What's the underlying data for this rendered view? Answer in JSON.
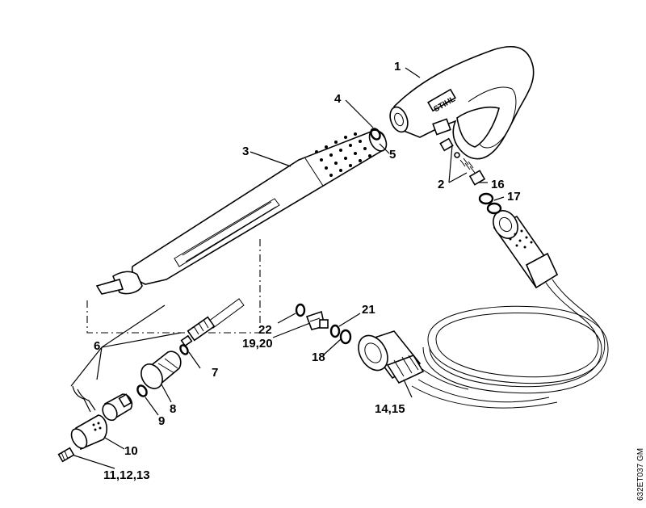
{
  "labels": {
    "p1": "1",
    "p2": "2",
    "p3": "3",
    "p4": "4",
    "p5": "5",
    "p6": "6",
    "p7": "7",
    "p8": "8",
    "p9": "9",
    "p10": "10",
    "p11_13": "11,12,13",
    "p14_15": "14,15",
    "p16": "16",
    "p17": "17",
    "p18": "18",
    "p19_20": "19,20",
    "p21": "21",
    "p22": "22"
  },
  "gun_brand": "STIHL",
  "drawing_code": "632ET037 GM"
}
